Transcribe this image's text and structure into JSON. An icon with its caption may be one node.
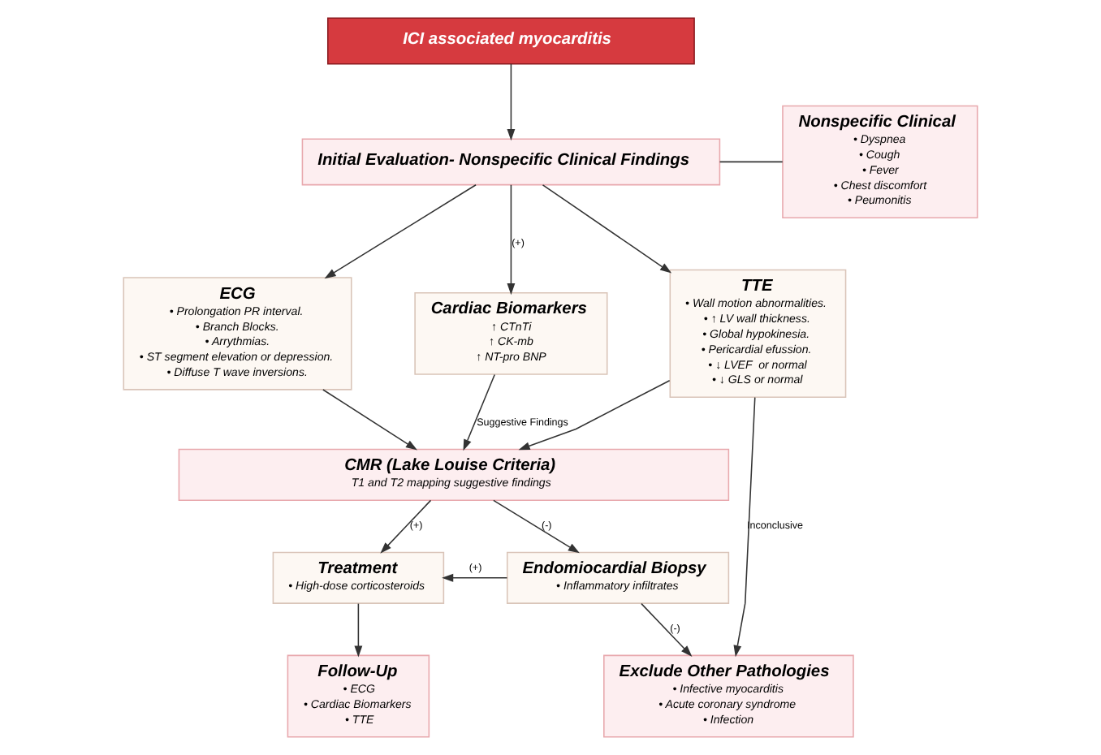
{
  "diagram": {
    "nodes": [
      {
        "text": [
          "ICI associated myocarditis"
        ]
      },
      {
        "text": [
          "Nonspecific Clinical",
          "• Dyspnea",
          "• Cough",
          "• Fever",
          "• Chest discomfort",
          "• Peumonitis"
        ]
      },
      {
        "text": [
          "Initial Evaluation- Nonspecific Clinical Findings"
        ]
      },
      {
        "text": [
          "ECG",
          "• Prolongation PR interval.",
          "• Branch Blocks.",
          "• Arrythmias.",
          "• ST segment elevation or depression.",
          "• Diffuse T wave inversions."
        ]
      },
      {
        "text": [
          "Cardiac Biomarkers",
          "↑ CTnTi",
          "↑ CK-mb",
          "↑ NT-pro BNP"
        ]
      },
      {
        "text": [
          "TTE",
          "• Wall motion abnormalities.",
          "• ↑ LV wall thickness.",
          "• Global hypokinesia.",
          "• Pericardial efussion.",
          "• ↓ LVEF  or normal",
          "• ↓ GLS or normal"
        ]
      },
      {
        "text": [
          "CMR (Lake Louise Criteria)",
          "T1 and T2 mapping suggestive findings"
        ]
      },
      {
        "text": [
          "Treatment",
          "• High-dose corticosteroids"
        ]
      },
      {
        "text": [
          "Endomiocardial Biopsy",
          "• Inflammatory infiltrates"
        ]
      },
      {
        "text": [
          "Follow-Up",
          "• ECG",
          "• Cardiac Biomarkers",
          "• TTE"
        ]
      },
      {
        "text": [
          "Exclude Other Pathologies",
          "• Infective myocarditis",
          "• Acute coronary syndrome",
          "• Infection"
        ]
      }
    ],
    "edges": [
      {
        "from": 0,
        "to": 2,
        "arrow": "to"
      },
      {
        "from": 1,
        "to": 2,
        "arrow": "none"
      },
      {
        "from": 2,
        "to": 3,
        "arrow": "to"
      },
      {
        "from": 2,
        "to": 4,
        "arrow": "to",
        "label": "(+)"
      },
      {
        "from": 2,
        "to": 5,
        "arrow": "to"
      },
      {
        "from": 3,
        "to": 6,
        "arrow": "to"
      },
      {
        "from": 4,
        "to": 6,
        "arrow": "to",
        "label": "Suggestive Findings"
      },
      {
        "from": 5,
        "to": 6,
        "arrow": "to"
      },
      {
        "from": 5,
        "to": 10,
        "arrow": "to",
        "label": "Inconclusive"
      },
      {
        "from": 6,
        "to": 7,
        "arrow": "to",
        "label": "(+)"
      },
      {
        "from": 6,
        "to": 8,
        "arrow": "to",
        "label": "(-)"
      },
      {
        "from": 8,
        "to": 7,
        "arrow": "to",
        "label": "(+)"
      },
      {
        "from": 8,
        "to": 10,
        "arrow": "to",
        "label": "(-)"
      },
      {
        "from": 7,
        "to": 9,
        "arrow": "to"
      }
    ]
  }
}
